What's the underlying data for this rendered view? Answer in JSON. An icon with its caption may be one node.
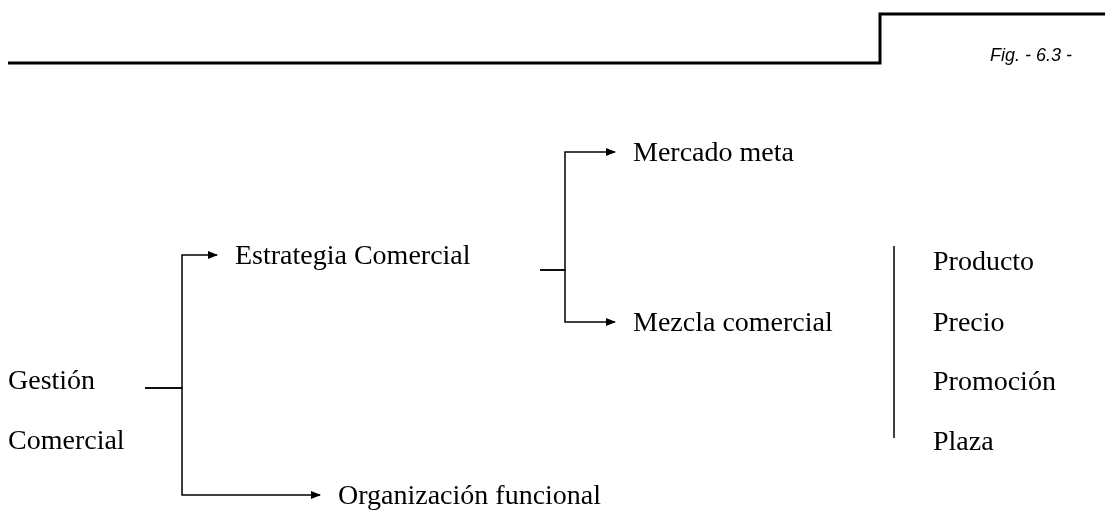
{
  "diagram": {
    "caption": "Fig. - 6.3 -",
    "nodes": [
      {
        "text": [
          "Gestión Comercial"
        ]
      },
      {
        "text": [
          "Estrategia Comercial"
        ]
      },
      {
        "text": [
          "Organización funcional"
        ]
      },
      {
        "text": [
          "Mercado meta"
        ]
      },
      {
        "text": [
          "Mezcla comercial"
        ]
      }
    ],
    "edges": [
      {
        "from": 0,
        "to": 1,
        "arrow": "to"
      },
      {
        "from": 0,
        "to": 2,
        "arrow": "to"
      },
      {
        "from": 1,
        "to": 3,
        "arrow": "to"
      },
      {
        "from": 1,
        "to": 4,
        "arrow": "to"
      }
    ],
    "labels": [
      "Producto",
      "Precio",
      "Promoción",
      "Plaza"
    ]
  }
}
